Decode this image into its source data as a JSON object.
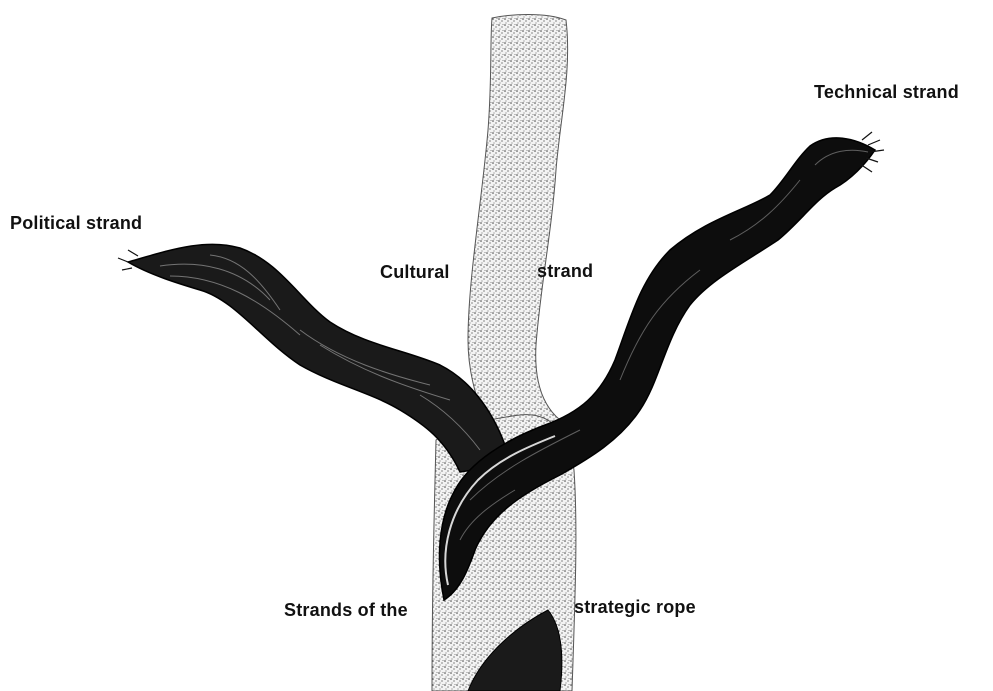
{
  "labels": {
    "technical": "Technical strand",
    "political": "Political strand",
    "cultural_left": "Cultural",
    "cultural_right": "strand",
    "rope_left": "Strands of the",
    "rope_right": "strategic rope"
  },
  "colors": {
    "background": "#ffffff",
    "dark_strand": "#0d0d0d",
    "stipple": "#3a3a3a",
    "text": "#111111"
  }
}
